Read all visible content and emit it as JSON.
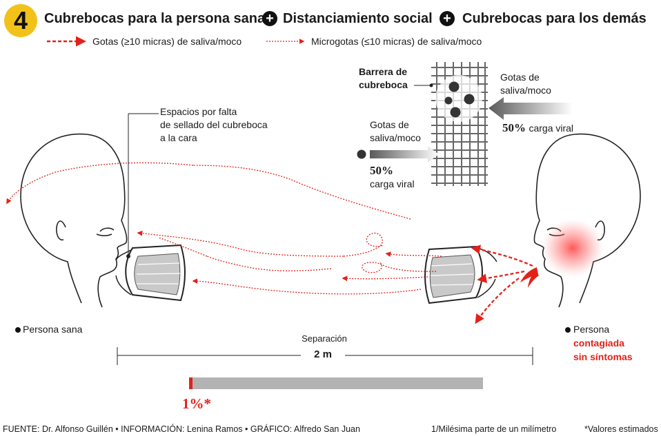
{
  "header": {
    "step_number": "4",
    "title_1": "Cubrebocas para la persona sana",
    "title_2": "Distanciamiento social",
    "title_3": "Cubrebocas para los demás",
    "plus_symbol": "+"
  },
  "legend": {
    "drops": "Gotas (≥10 micras) de saliva/moco",
    "microdrops": "Microgotas (≤10 micras) de saliva/moco"
  },
  "callouts": {
    "mask_gap_line1": "Espacios por falta",
    "mask_gap_line2": "de sellado del cubreboca",
    "mask_gap_line3": "a la cara",
    "barrier_line1": "Barrera de",
    "barrier_line2": "cubreboca",
    "drops_in_line1": "Gotas de",
    "drops_in_line2": "saliva/moco",
    "viral_in_pct": "50%",
    "viral_in_text": "carga viral",
    "drops_out_line1": "Gotas de",
    "drops_out_line2": "saliva/moco",
    "viral_out_pct": "50%",
    "viral_out_text": "carga viral"
  },
  "people": {
    "healthy": "Persona sana",
    "infected_line1": "Persona",
    "infected_line2": "contagiada",
    "infected_line3": "sin síntomas"
  },
  "separation": {
    "label": "Separación",
    "distance": "2 m"
  },
  "risk_bar": {
    "value_label": "1%*",
    "fraction": 0.01
  },
  "footer": {
    "source": "FUENTE: Dr. Alfonso Guillén • INFORMACIÓN: Lenina Ramos • GRÁFICO: Alfredo San Juan",
    "unit_note": "1/Milésima parte de un milímetro",
    "estimate_note": "*Valores estimados"
  },
  "colors": {
    "accent_red": "#e32119",
    "badge_yellow": "#f2c21b",
    "gray_bar": "#b3b3b3",
    "text_dark": "#1a1a1a"
  }
}
